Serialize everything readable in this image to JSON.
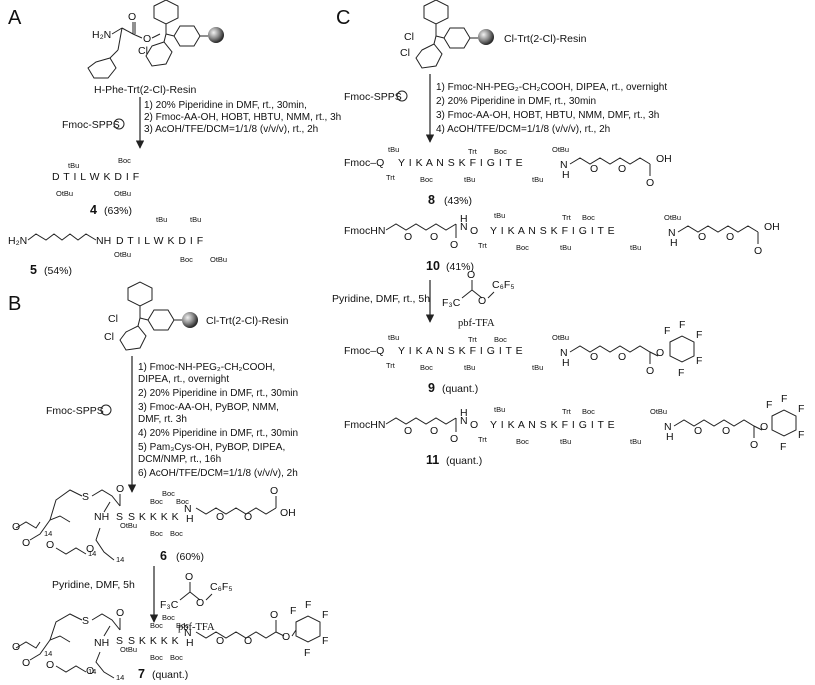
{
  "panels": {
    "a": "A",
    "b": "B",
    "c": "C"
  },
  "resins": {
    "phe": "H-Phe-Trt(2-Cl)-Resin",
    "cltrt_b": "Cl-Trt(2-Cl)-Resin",
    "cltrt_c": "Cl-Trt(2-Cl)-Resin"
  },
  "labels": {
    "fmoc_spps": "Fmoc-SPPS",
    "pbf_tfa": "pbf-TFA",
    "f3c": "F₃C",
    "c6f5": "C₆F₅",
    "cl": "Cl",
    "s": "S",
    "o": "O",
    "nh": "NH",
    "h": "H",
    "n": "N",
    "oh": "OH",
    "f": "F",
    "sub14": "14",
    "h2n": "H₂N",
    "fmoc_o": "Fmoc–Q",
    "fmochn": "FmocHN"
  },
  "conditions": {
    "a": [
      "1) 20% Piperidine in DMF,  rt., 30min,",
      "2) Fmoc-AA-OH, HOBT, HBTU, NMM, rt., 3h",
      "3) AcOH/TFE/DCM=1/1/8 (v/v/v), rt., 2h"
    ],
    "b": [
      "1) Fmoc-NH-PEG₂-CH₂COOH,",
      "DIPEA, rt., overnight",
      "2) 20% Piperidine in DMF, rt., 30min",
      "3) Fmoc-AA-OH, PyBOP, NMM,",
      "DMF, rt. 3h",
      "4) 20% Piperidine in DMF, rt., 30min",
      "5) Pam₃Cys-OH, PyBOP, DIPEA,",
      "DCM/NMP, rt., 16h",
      "6) AcOH/TFE/DCM=1/1/8 (v/v/v), 2h"
    ],
    "b_step2": "Pyridine, DMF, 5h",
    "c": [
      "1) Fmoc-NH-PEG₂-CH₂COOH, DIPEA, rt., overnight",
      "2) 20% Piperidine in DMF, rt., 30min",
      "3) Fmoc-AA-OH, HOBT, HBTU, NMM, DMF, rt., 3h",
      "4) AcOH/TFE/DCM=1/1/8 (v/v/v), rt., 2h"
    ],
    "c_step2": "Pyridine, DMF, rt., 5h"
  },
  "compounds": {
    "c4": {
      "num": "4",
      "yield": "(63%)"
    },
    "c5": {
      "num": "5",
      "yield": "(54%)"
    },
    "c6": {
      "num": "6",
      "yield": "(60%)"
    },
    "c7": {
      "num": "7",
      "yield": "(quant.)"
    },
    "c8": {
      "num": "8",
      "yield": "(43%)"
    },
    "c9": {
      "num": "9",
      "yield": "(quant.)"
    },
    "c10": {
      "num": "10",
      "yield": "(41%)"
    },
    "c11": {
      "num": "11",
      "yield": "(quant.)"
    }
  },
  "sequences": {
    "s4": "D  T  I  L  W  K  D  I  F",
    "s5": "D  T  I  L  W  K  D  I  F",
    "c_seq": "Y  I  K  A  N  S  K  F  I  G  I  T  E",
    "b_seq": "S K K K K"
  },
  "protecting_groups": {
    "tbu": "tBu",
    "otbu": "OtBu",
    "boc": "Boc",
    "trt": "Trt"
  },
  "colors": {
    "ink": "#111111",
    "resin_bead": "#555555"
  }
}
